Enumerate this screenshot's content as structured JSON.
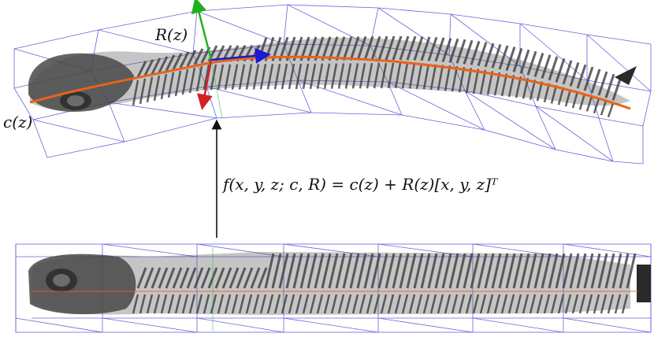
{
  "labels": {
    "centerline": "c(z)",
    "rotation": "R(z)",
    "mapping_equation": "f(x, y, z; c, R) = c(z) + R(z)[x, y, z]ᵀ"
  },
  "colors": {
    "cage": "#4a4ad8",
    "centerline": "#e8631a",
    "axis_x": "#1a1ad0",
    "axis_y": "#22b022",
    "axis_z": "#d42020",
    "skeleton": "#3d3d3d",
    "arrow": "#111111"
  },
  "icons": {
    "transform_arrow": "arrow-up-icon"
  }
}
